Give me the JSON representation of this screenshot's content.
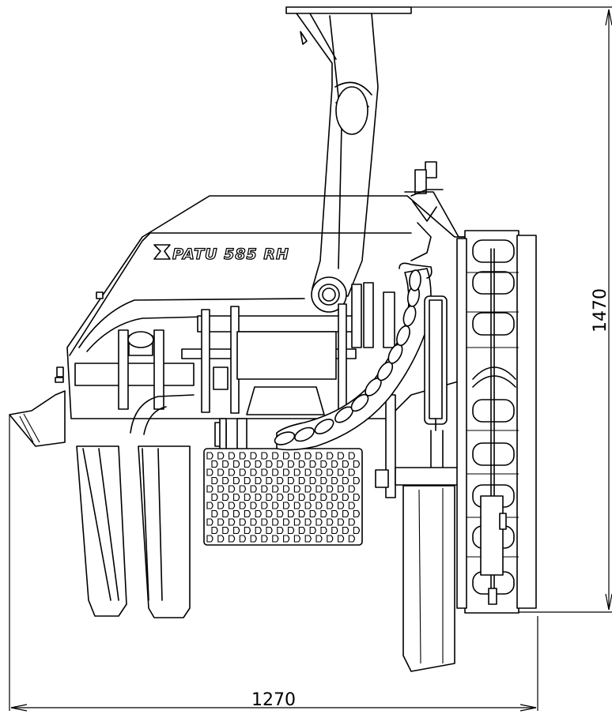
{
  "drawing": {
    "brand_label": "PATU  585 RH",
    "dimensions": {
      "width_label": "1270",
      "height_label": "1470"
    }
  }
}
